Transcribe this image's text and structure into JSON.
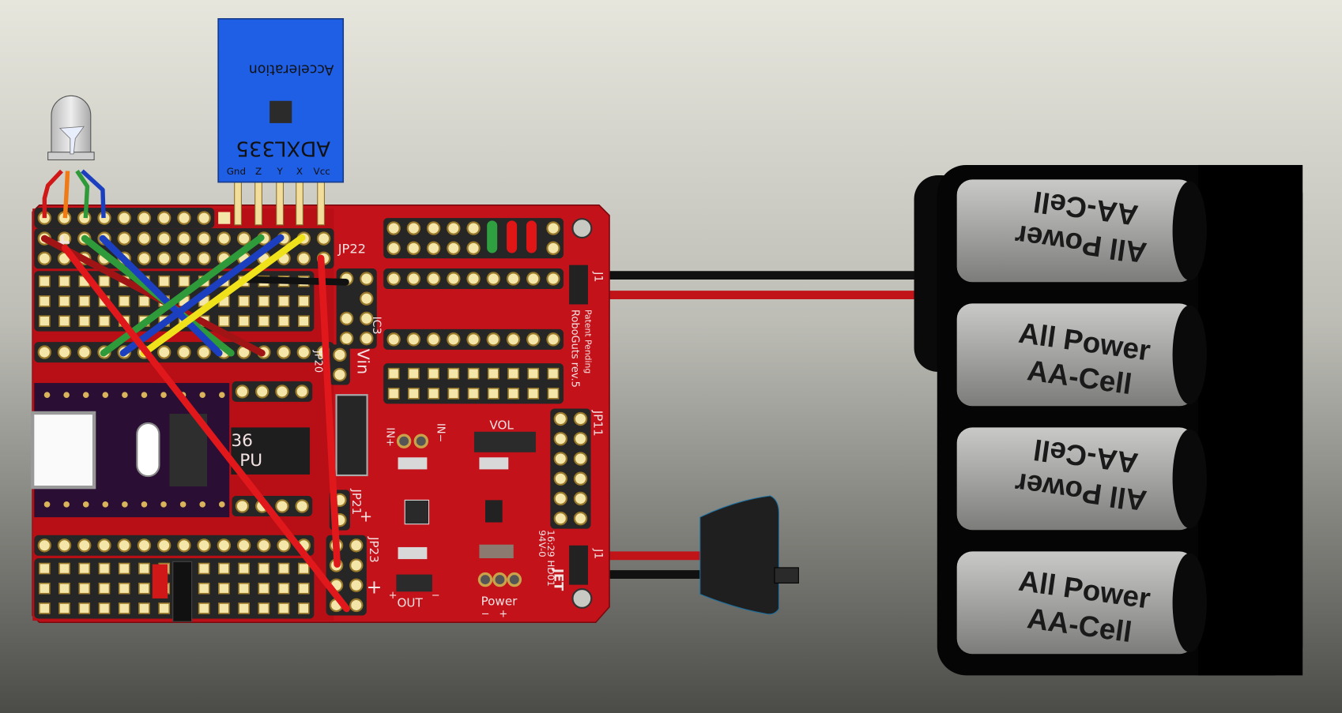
{
  "accelerometer": {
    "title": "Acceleration",
    "model": "ADXL335",
    "pins": [
      "Gnd",
      "Z",
      "Y",
      "X",
      "Vcc"
    ]
  },
  "board": {
    "name": "RoboGuts rev.5",
    "patent": "Patent Pending",
    "labels": {
      "jp22": "JP22",
      "ic3": "IC3",
      "vin": "Vin",
      "jp20": "JP20",
      "jp21": "JP21",
      "jp23": "JP23",
      "jp11": "JP11",
      "j1_top": "J1",
      "j1_bottom": "J1",
      "vol": "VOL",
      "in_plus": "IN+",
      "in_minus": "IN−",
      "out": "OUT",
      "power": "Power",
      "plus": "+",
      "minus": "−",
      "rating": "94V-0",
      "maker": "JET",
      "date_code": "16:29 HD01"
    },
    "ic_label_line1": "36",
    "ic_label_line2": "PU"
  },
  "batteries": [
    {
      "brand": "All Power",
      "type": "AA-Cell"
    },
    {
      "brand": "All Power",
      "type": "AA-Cell"
    },
    {
      "brand": "All Power",
      "type": "AA-Cell"
    },
    {
      "brand": "All Power",
      "type": "AA-Cell"
    }
  ],
  "colors": {
    "pcb": "#c4121a",
    "sensor_board": "#1f5fe6",
    "header": "#262626",
    "pad": "#f4e6a8",
    "arduino": "#2a0e33",
    "wire_red": "#e0181c",
    "wire_darkred": "#a01416",
    "wire_green": "#2e9a3a",
    "wire_blue": "#1c3fc0",
    "wire_yellow": "#f0e21a",
    "wire_orange": "#f07a14",
    "wire_black": "#111111"
  }
}
